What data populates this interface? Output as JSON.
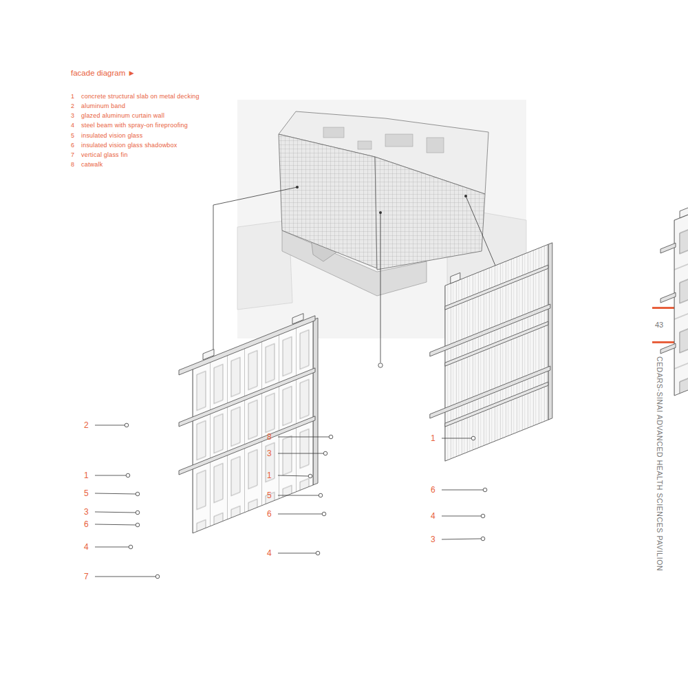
{
  "diagram": {
    "title": "facade diagram ►",
    "labels": [
      "1",
      "concrete structural slab on metal decking",
      "2",
      "aluminum band",
      "3",
      "glazed aluminum curtain wall",
      "4",
      "steel beam with spray-on fireproofing",
      "5",
      "insulated vision glass",
      "6",
      "insulated vision glass shadowbox",
      "7",
      "vertical glass fin",
      "8",
      "catwalk",
      "2",
      "1",
      "5",
      "3",
      "6",
      "4",
      "7",
      "8",
      "3",
      "1",
      "5",
      "6",
      "4",
      "1",
      "6",
      "4",
      "3",
      "43",
      "CEDARS-SINAI ADVANCED HEALTH SCIENCES PAVILION"
    ]
  }
}
